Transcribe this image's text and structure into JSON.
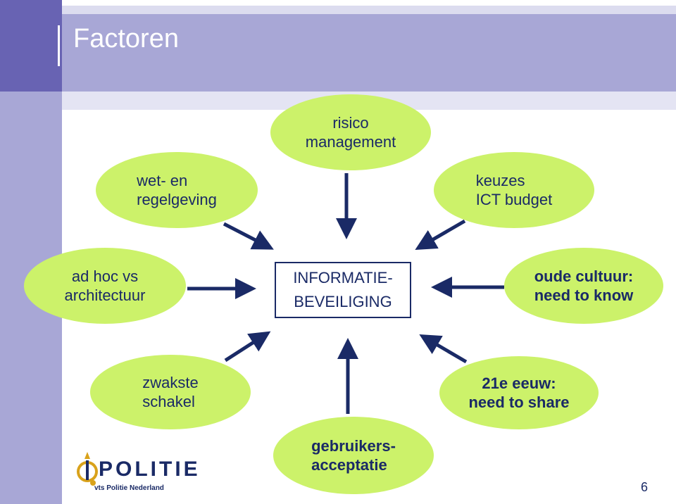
{
  "slide": {
    "title": "Factoren",
    "page_number": "6"
  },
  "center": {
    "line1": "INFORMATIE-",
    "line2": "BEVEILIGING"
  },
  "factors": {
    "risico": {
      "line1": "risico",
      "line2": "management"
    },
    "wet": {
      "line1": "wet- en",
      "line2": "regelgeving"
    },
    "keuzes": {
      "line1": "keuzes",
      "line2": "ICT budget"
    },
    "adhoc": {
      "line1": "ad hoc vs",
      "line2": "architectuur"
    },
    "cultuur": {
      "line1": "oude cultuur:",
      "line2": "need to know"
    },
    "zwakste": {
      "line1": "zwakste",
      "line2": "schakel"
    },
    "eeuw": {
      "line1": "21e eeuw:",
      "line2": "need to share"
    },
    "gebruikers": {
      "line1": "gebruikers-",
      "line2": "acceptatie"
    }
  },
  "logo": {
    "wordmark": "POLITIE",
    "subtitle": "vts Politie Nederland"
  },
  "colors": {
    "ellipse_fill": "#ccf26a",
    "text": "#1a2a66",
    "arrow": "#1a2a66",
    "band": "#a8a7d6"
  }
}
